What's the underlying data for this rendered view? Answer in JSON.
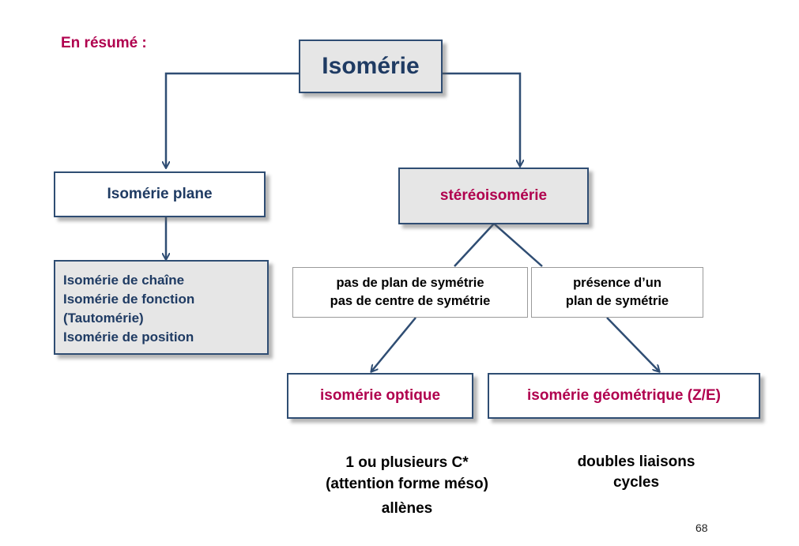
{
  "header": {
    "label": "En résumé :"
  },
  "root": {
    "label": "Isomérie"
  },
  "left": {
    "title": "Isomérie plane",
    "items": [
      "Isomérie de chaîne",
      "Isomérie de fonction",
      "(Tautomérie)",
      "Isomérie de position"
    ]
  },
  "right": {
    "title": "stéréoisomérie",
    "no_symmetry": [
      "pas de plan de symétrie",
      "pas de centre de symétrie"
    ],
    "symmetry": [
      "présence d’un",
      "plan de symétrie"
    ],
    "optical": "isomérie optique",
    "geometric": "isomérie géométrique (Z/E)",
    "optical_notes": [
      "1 ou plusieurs C*",
      "(attention forme méso)",
      "allènes"
    ],
    "geometric_notes": [
      "doubles liaisons",
      "cycles"
    ]
  },
  "page_number": "68",
  "colors": {
    "navy": "#1f3b63",
    "magenta": "#b0004e",
    "border": "#2f4d73",
    "box_fill": "#e6e6e6"
  }
}
